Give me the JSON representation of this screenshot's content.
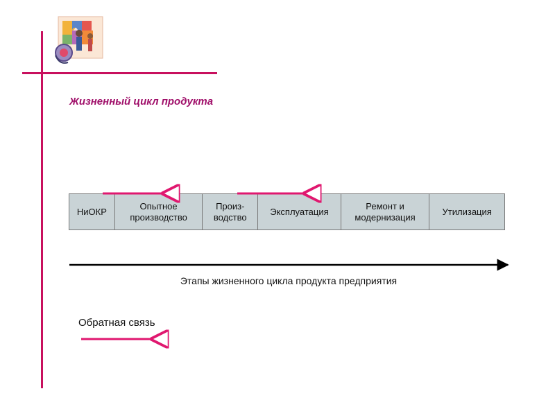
{
  "title": "Жизненный цикл продукта",
  "stages": [
    {
      "label": "НиОКР"
    },
    {
      "label": "Опытное производство"
    },
    {
      "label": "Произ-водство"
    },
    {
      "label": "Эксплуатация"
    },
    {
      "label": "Ремонт и модернизация"
    },
    {
      "label": "Утилизация"
    }
  ],
  "axis_caption": "Этапы жизненного цикла продукта предприятия",
  "legend": {
    "feedback_label": "Обратная связь"
  },
  "colors": {
    "accent": "#c8105e",
    "arrow": "#e0176f",
    "stage_fill": "#c9d3d6",
    "axis": "#000000"
  },
  "icons": {
    "logo": "puzzle-people-logo"
  }
}
